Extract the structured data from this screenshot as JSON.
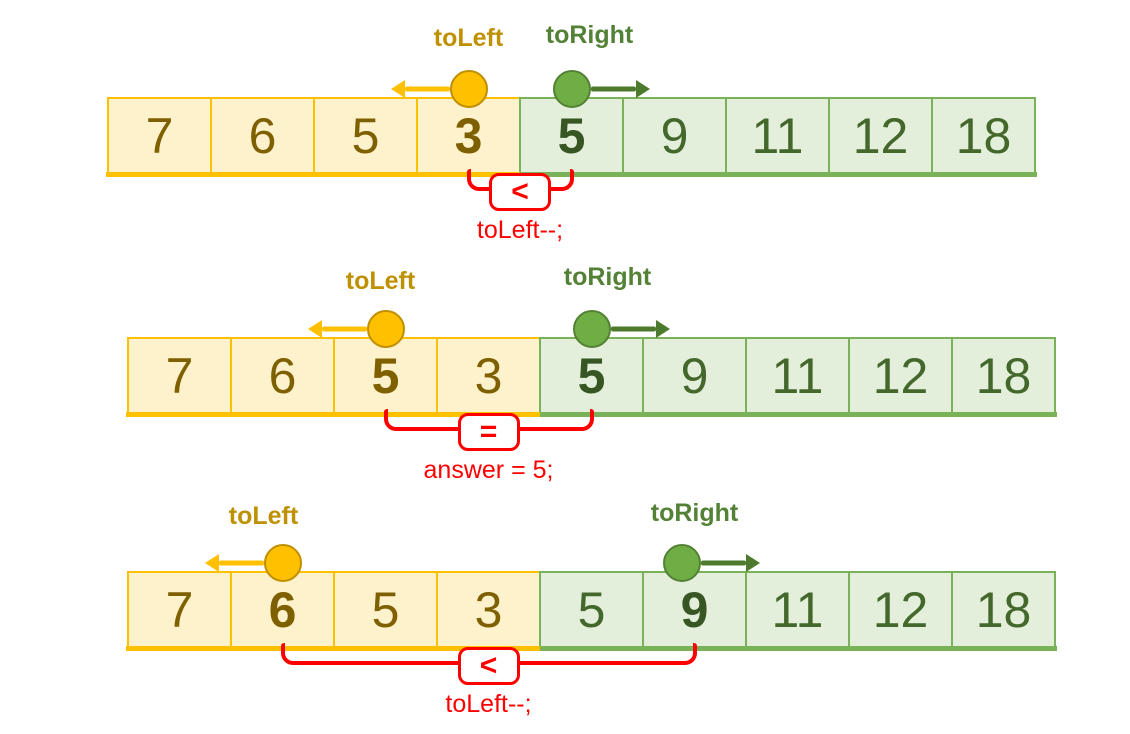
{
  "colors": {
    "yellow_fill": "#FDF2CC",
    "yellow_border": "#FFC000",
    "yellow_number": "#7F6000",
    "yellow_label": "#BF9000",
    "yellow_accent": "#FFC000",
    "yellow_circle_outline": "#BF8F00",
    "green_fill": "#E3EFDB",
    "green_border": "#7AB259",
    "green_number": "#44682C",
    "green_number_bold": "#375623",
    "green_label": "#538135",
    "green_accent": "#6FAE44",
    "green_circle_outline": "#538135",
    "green_arrow": "#4E7A2E",
    "red": "#FF0000"
  },
  "labels": {
    "left_pointer": "toLeft",
    "right_pointer": "toRight"
  },
  "diagrams": [
    {
      "name": "step-1",
      "left_values": [
        "7",
        "6",
        "5",
        "3"
      ],
      "right_values": [
        "5",
        "9",
        "11",
        "12",
        "18"
      ],
      "left_bold_index": 3,
      "right_bold_index": 0,
      "left_pointer_index": 3,
      "right_pointer_index": 0,
      "operator": "<",
      "caption": "toLeft--;"
    },
    {
      "name": "step-2",
      "left_values": [
        "7",
        "6",
        "5",
        "3"
      ],
      "right_values": [
        "5",
        "9",
        "11",
        "12",
        "18"
      ],
      "left_bold_index": 2,
      "right_bold_index": 0,
      "left_pointer_index": 2,
      "right_pointer_index": 0,
      "operator": "=",
      "caption": "answer = 5;"
    },
    {
      "name": "step-3",
      "left_values": [
        "7",
        "6",
        "5",
        "3"
      ],
      "right_values": [
        "5",
        "9",
        "11",
        "12",
        "18"
      ],
      "left_bold_index": 1,
      "right_bold_index": 1,
      "left_pointer_index": 1,
      "right_pointer_index": 1,
      "operator": "<",
      "caption": "toLeft--;"
    }
  ]
}
